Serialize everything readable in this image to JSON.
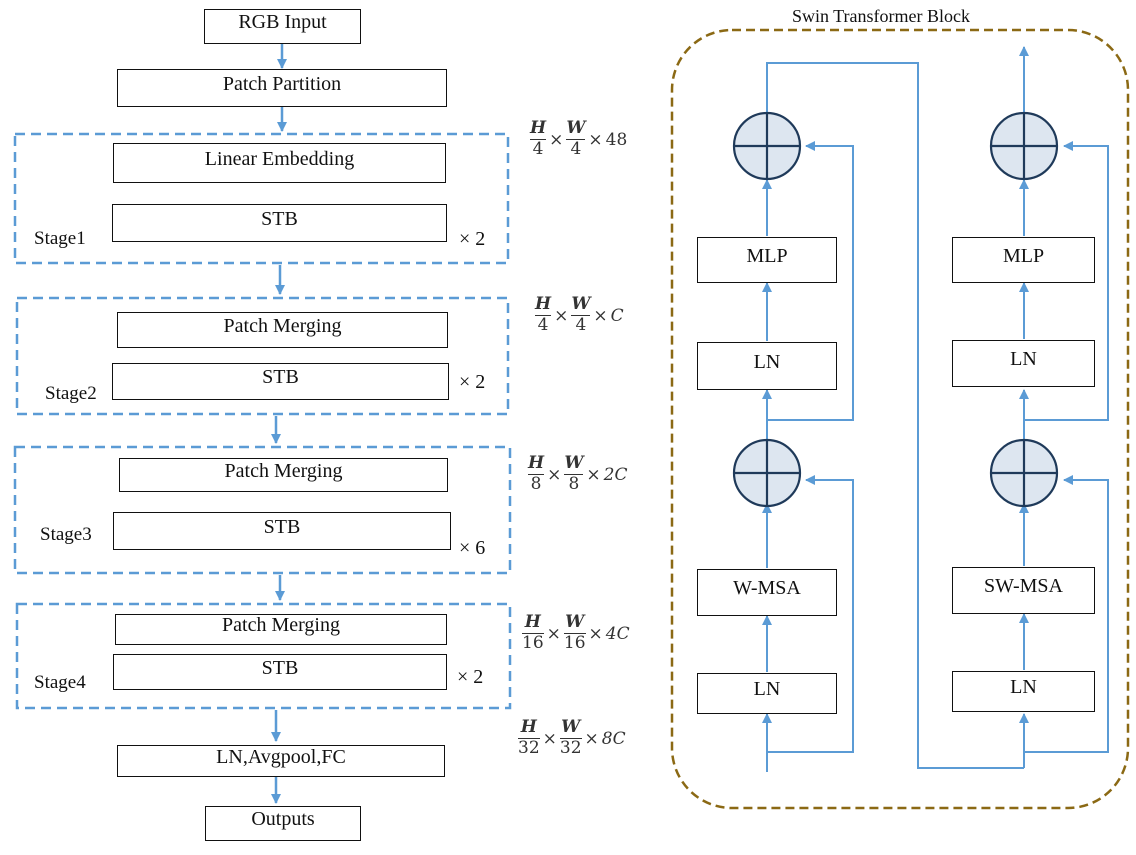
{
  "left": {
    "input": "RGB Input",
    "partition": "Patch Partition",
    "stages": [
      {
        "label": "Stage1",
        "top": "Linear Embedding",
        "block": "STB",
        "repeat": "× 2"
      },
      {
        "label": "Stage2",
        "top": "Patch Merging",
        "block": "STB",
        "repeat": "× 2"
      },
      {
        "label": "Stage3",
        "top": "Patch Merging",
        "block": "STB",
        "repeat": "× 6"
      },
      {
        "label": "Stage4",
        "top": "Patch Merging",
        "block": "STB",
        "repeat": "× 2"
      }
    ],
    "head": "LN,Avgpool,FC",
    "output": "Outputs"
  },
  "dims": [
    {
      "num1": "H",
      "den1": "4",
      "num2": "W",
      "den2": "4",
      "times": "×",
      "tail": "48"
    },
    {
      "num1": "H",
      "den1": "4",
      "num2": "W",
      "den2": "4",
      "times": "×",
      "tail": "C"
    },
    {
      "num1": "H",
      "den1": "8",
      "num2": "W",
      "den2": "8",
      "times": "×",
      "tail": "2C"
    },
    {
      "num1": "H",
      "den1": "16",
      "num2": "W",
      "den2": "16",
      "times": "×",
      "tail": "4C"
    },
    {
      "num1": "H",
      "den1": "32",
      "num2": "W",
      "den2": "32",
      "times": "×",
      "tail": "8C"
    }
  ],
  "swin": {
    "title": "Swin Transformer Block",
    "col1": {
      "mlp": "MLP",
      "ln_top": "LN",
      "attn": "W-MSA",
      "ln_bottom": "LN"
    },
    "col2": {
      "mlp": "MLP",
      "ln_top": "LN",
      "attn": "SW-MSA",
      "ln_bottom": "LN"
    }
  },
  "colors": {
    "arrow": "#5b9bd5",
    "stage_border": "#5b9bd5",
    "swin_border": "#8b6914",
    "circle_fill": "#dde6f0",
    "circle_stroke": "#1f3a5a"
  }
}
